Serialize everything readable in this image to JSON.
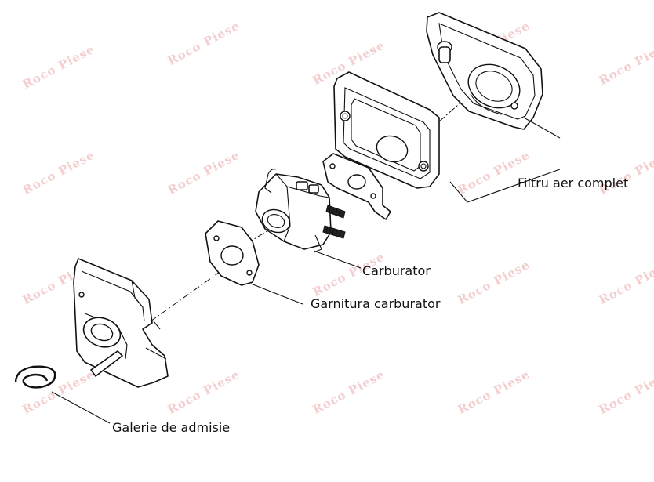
{
  "labels": {
    "air_filter": "Filtru aer complet",
    "carburetor": "Carburator",
    "carburetor_gasket": "Garnitura carburator",
    "intake_manifold": "Galerie de admisie"
  },
  "watermark": {
    "text": "Roco Piese"
  },
  "colors": {
    "line": "#111111",
    "watermark": "#f2c6c6",
    "background": "#ffffff"
  }
}
